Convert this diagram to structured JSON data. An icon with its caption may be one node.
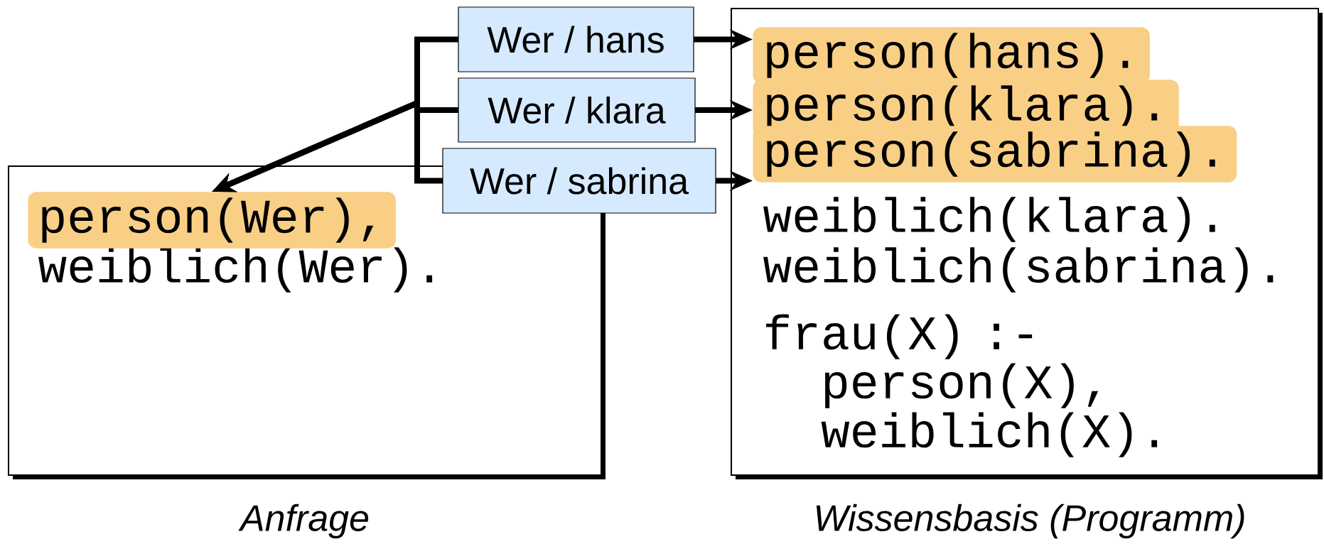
{
  "diagram": {
    "nodes": [
      {
        "text": [
          "weiblich(Wer)."
        ],
        "beside": [
          "Anfrage"
        ]
      },
      {
        "text": [
          "person(Wer),"
        ],
        "in": 0
      },
      {
        "text": [
          "weiblich(klara).",
          "weiblich(sabrina).",
          "frau(X) :- person(X), weiblich(X)."
        ],
        "beside": [
          "Wissensbasis (Programm)"
        ]
      },
      {
        "text": [
          "person(hans)."
        ],
        "in": 2
      },
      {
        "text": [
          "person(klara)."
        ],
        "in": 2
      },
      {
        "text": [
          "person(sabrina)."
        ],
        "in": 2
      },
      {
        "text": [
          "Wer / hans"
        ]
      },
      {
        "text": [
          "Wer / klara"
        ]
      },
      {
        "text": [
          "Wer / sabrina"
        ]
      }
    ],
    "edges": [
      {
        "from": 6,
        "to": 3,
        "arrow": "to"
      },
      {
        "from": 7,
        "to": 4,
        "arrow": "to"
      },
      {
        "from": 8,
        "to": 5,
        "arrow": "to"
      },
      {
        "from": 6,
        "to": 1,
        "arrow": "to"
      },
      {
        "from": 7,
        "to": 1,
        "arrow": "to"
      },
      {
        "from": 8,
        "to": 1,
        "arrow": "to"
      }
    ]
  }
}
